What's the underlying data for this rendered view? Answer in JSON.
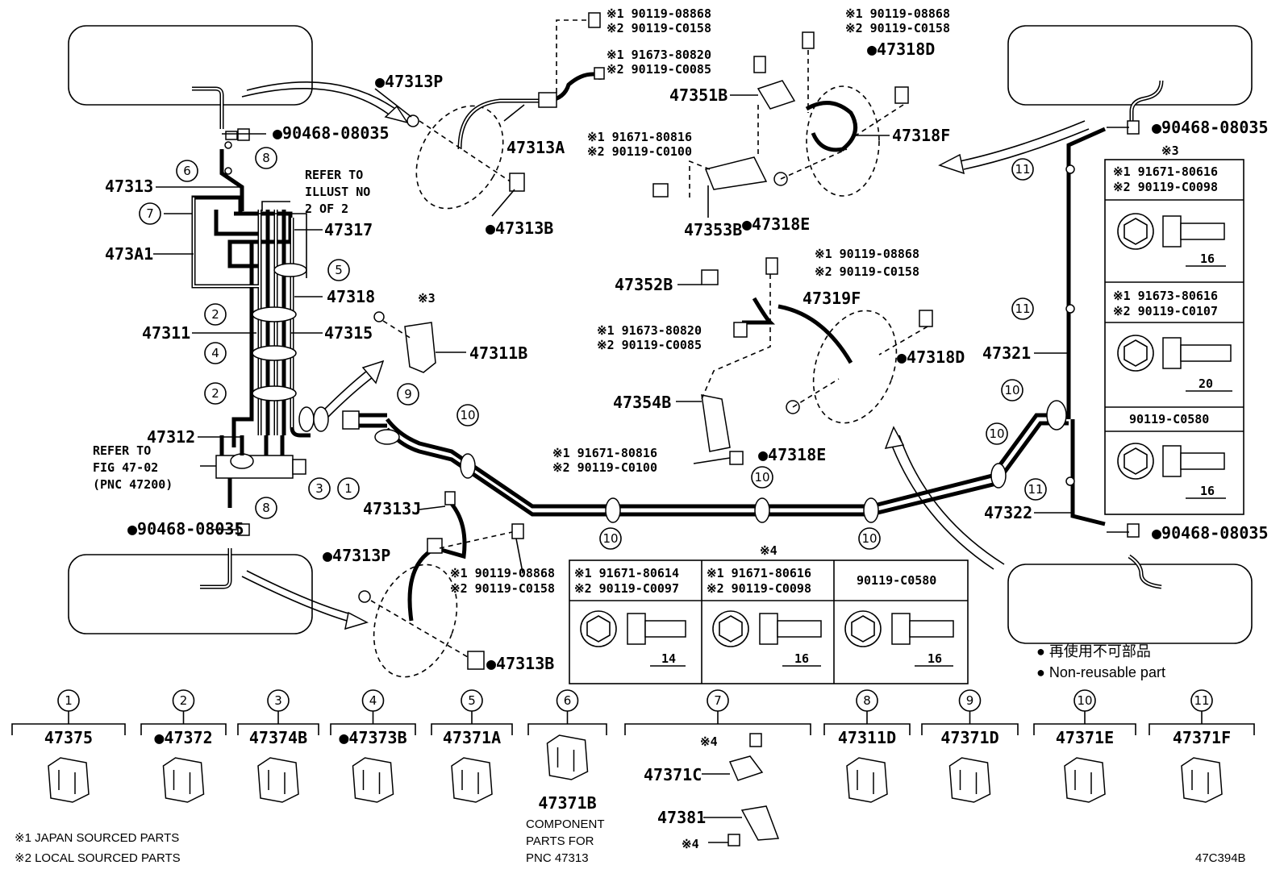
{
  "diagram_id": "47C394B",
  "labels": {
    "p47313P_top": "●47313P",
    "p47313A": "47313A",
    "p47313B_top": "●47313B",
    "p90468_top": "●90468-08035",
    "p47313": "47313",
    "p473A1": "473A1",
    "p47317": "47317",
    "p47318": "47318",
    "p47311": "47311",
    "p47315": "47315",
    "p47312": "47312",
    "p47311B": "47311B",
    "p47313J": "47313J",
    "p90468_left": "●90468-08035",
    "p47313P_bot": "●47313P",
    "p47313B_bot": "●47313B",
    "p47351B": "47351B",
    "p47353B": "47353B",
    "p47318E_top": "●47318E",
    "p47318D_top": "●47318D",
    "p47318F": "47318F",
    "p47352B": "47352B",
    "p47319F": "47319F",
    "p47318D_mid": "●47318D",
    "p47354B": "47354B",
    "p47318E_mid": "●47318E",
    "p90468_right_top": "●90468-08035",
    "p47321": "47321",
    "p47322": "47322",
    "p90468_right_bot": "●90468-08035",
    "mark3_small": "※3",
    "mark3_box": "※3",
    "mark4_box": "※4"
  },
  "refer_illust": [
    "REFER TO",
    "ILLUST NO",
    "2 OF 2"
  ],
  "refer_fig": [
    "REFER TO",
    "FIG 47-02",
    "(PNC 47200)"
  ],
  "bolts": {
    "b1": [
      "※1 90119-08868",
      "※2 90119-C0158"
    ],
    "b2": [
      "※1 91673-80820",
      "※2 90119-C0085"
    ],
    "b3": [
      "※1 91671-80816",
      "※2 90119-C0100"
    ],
    "b4": [
      "※1 90119-08868",
      "※2 90119-C0158"
    ],
    "b5": [
      "※1 90119-08868",
      "※2 90119-C0158"
    ],
    "b6": [
      "※1 91673-80820",
      "※2 90119-C0085"
    ],
    "b7": [
      "※1 91671-80816",
      "※2 90119-C0100"
    ],
    "b8": [
      "※1 90119-08868",
      "※2 90119-C0158"
    ]
  },
  "callouts": {
    "c1": "1",
    "c2a": "2",
    "c2b": "2",
    "c3": "3",
    "c4": "4",
    "c5": "5",
    "c6": "6",
    "c7": "7",
    "c8a": "8",
    "c8b": "8",
    "c9": "9",
    "c10a": "10",
    "c10b": "10",
    "c10c": "10",
    "c10d": "10",
    "c10e": "10",
    "c10f": "10",
    "c11a": "11",
    "c11b": "11",
    "c11c": "11"
  },
  "box3": {
    "rows": [
      {
        "l1": "※1 91671-80616",
        "l2": "※2 90119-C0098",
        "dim": "16"
      },
      {
        "l1": "※1 91673-80616",
        "l2": "※2 90119-C0107",
        "dim": "20"
      },
      {
        "l1": "90119-C0580",
        "l2": "",
        "dim": "16"
      }
    ]
  },
  "box4": {
    "cols": [
      {
        "l1": "※1 91671-80614",
        "l2": "※2 90119-C0097",
        "dim": "14"
      },
      {
        "l1": "※1 91671-80616",
        "l2": "※2 90119-C0098",
        "dim": "16"
      },
      {
        "l1": "90119-C0580",
        "l2": "",
        "dim": "16"
      }
    ]
  },
  "legend": {
    "jp": "● 再使用不可部品",
    "en": "● Non-reusable part"
  },
  "bottom_parts": [
    {
      "num": "1",
      "part": "47375"
    },
    {
      "num": "2",
      "part": "●47372"
    },
    {
      "num": "3",
      "part": "47374B"
    },
    {
      "num": "4",
      "part": "●47373B"
    },
    {
      "num": "5",
      "part": "47371A"
    },
    {
      "num": "6",
      "part": "47371B"
    },
    {
      "num": "7",
      "part": ""
    },
    {
      "num": "8",
      "part": "47311D"
    },
    {
      "num": "9",
      "part": "47371D"
    },
    {
      "num": "10",
      "part": "47371E"
    },
    {
      "num": "11",
      "part": "47371F"
    }
  ],
  "component_note": [
    "COMPONENT",
    "PARTS FOR",
    "PNC 47313"
  ],
  "group7": {
    "mark_a": "※4",
    "a": "47371C",
    "b": "47381",
    "mark_b": "※4"
  },
  "footnotes": [
    "※1 JAPAN SOURCED PARTS",
    "※2 LOCAL SOURCED PARTS"
  ]
}
